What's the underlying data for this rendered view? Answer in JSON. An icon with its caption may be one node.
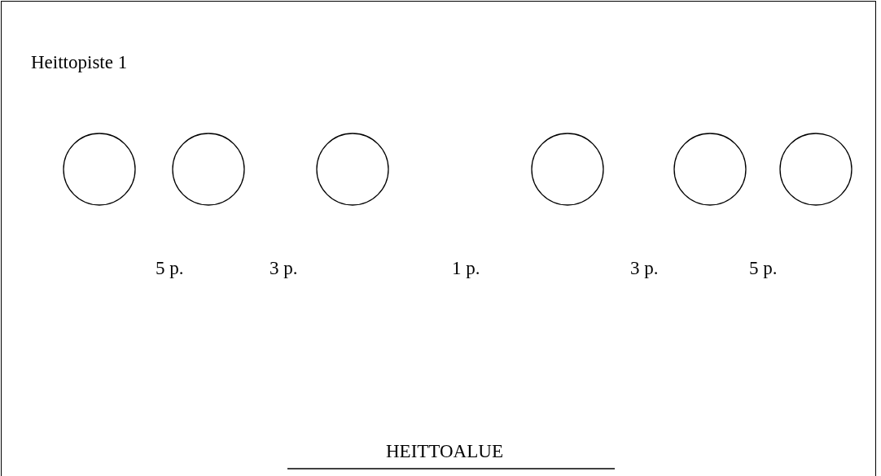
{
  "diagram": {
    "nodes": [
      {
        "text": [
          "Heittopiste 1"
        ]
      },
      {
        "text": [],
        "shape": "circle",
        "in": 0
      },
      {
        "text": [],
        "shape": "circle",
        "in": 0
      },
      {
        "text": [],
        "shape": "circle",
        "in": 0
      },
      {
        "text": [],
        "shape": "circle",
        "in": 0
      },
      {
        "text": [],
        "shape": "circle",
        "in": 0
      },
      {
        "text": [],
        "shape": "circle",
        "in": 0
      }
    ],
    "edges": [],
    "labels": [
      "5 p.",
      "3 p.",
      "1 p.",
      "3 p.",
      "5 p.",
      "HEITTOALUE"
    ]
  }
}
